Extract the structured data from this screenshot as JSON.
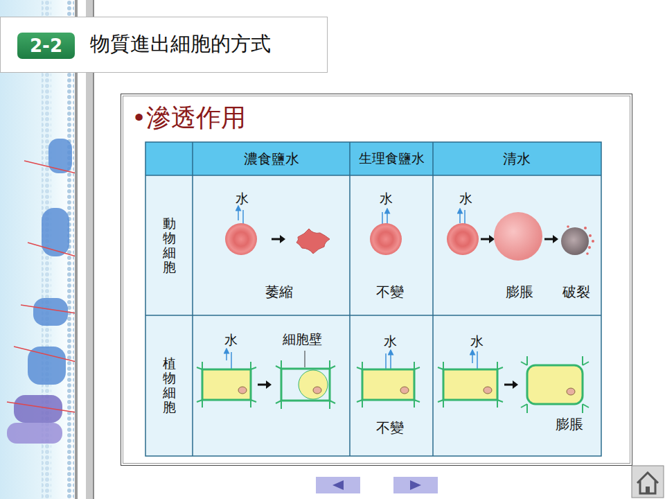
{
  "diagram": {
    "title": "物質進出細胞的方式",
    "nodes": [
      {
        "text": [
          "2-2"
        ]
      }
    ],
    "labels": [
      "•滲透作用",
      "濃食鹽水",
      "生理食鹽水",
      "清水",
      "動物細胞",
      "植物細胞",
      "水",
      "水",
      "水",
      "萎縮",
      "不變",
      "膨脹",
      "破裂",
      "水",
      "細胞壁",
      "水",
      "不變",
      "水",
      "膨脹"
    ]
  }
}
